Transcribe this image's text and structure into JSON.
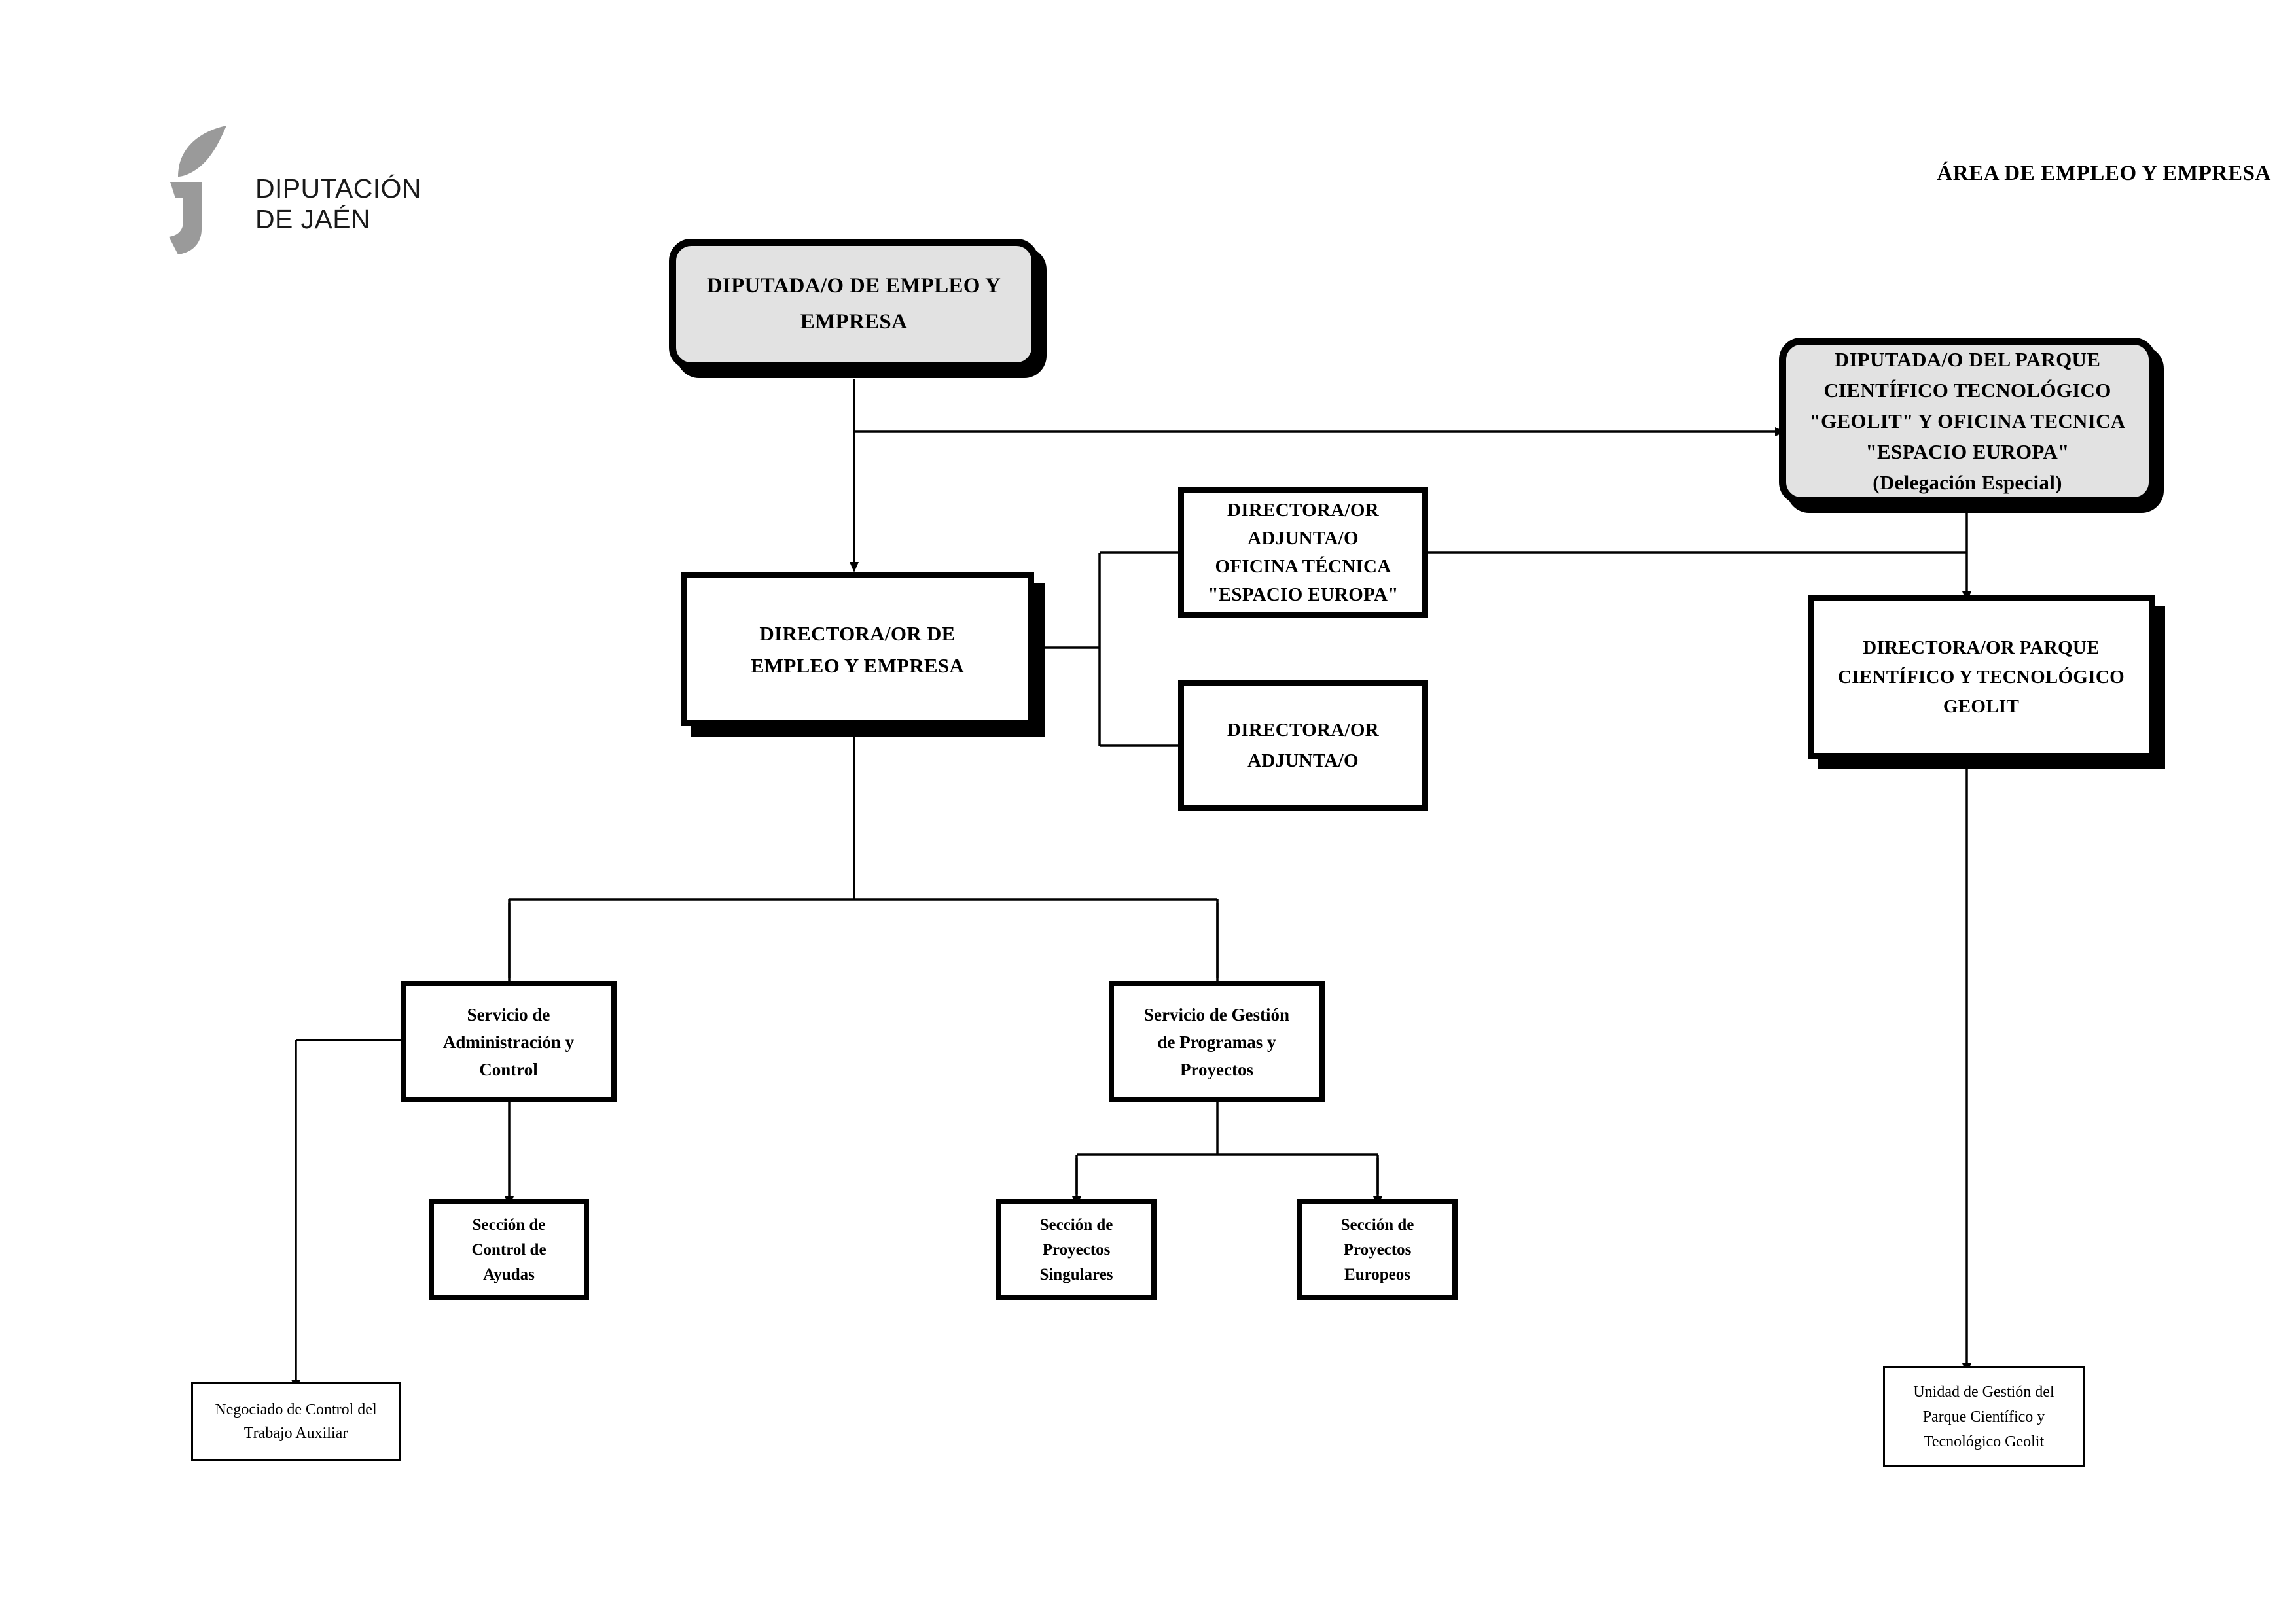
{
  "header": {
    "area_title": "ÁREA DE EMPLEO Y EMPRESA",
    "logo": {
      "icon": "diputacion-jaen-j-flame-logo",
      "line1": "DIPUTACIÓN",
      "line2": "DE JAÉN",
      "color": "#9a9a9a"
    }
  },
  "chart_data": {
    "type": "orgchart",
    "title": "ÁREA DE EMPLEO Y EMPRESA",
    "nodes": [
      {
        "id": "diputado_empleo",
        "style": "rounded-grey",
        "lines": [
          "DIPUTADA/O DE EMPLEO Y",
          "EMPRESA"
        ]
      },
      {
        "id": "diputado_geolit",
        "style": "rounded-grey",
        "lines": [
          "DIPUTADA/O DEL  PARQUE",
          "CIENTÍFICO TECNOLÓGICO",
          "\"GEOLIT\" Y OFICINA TECNICA",
          "\"ESPACIO EUROPA\"",
          "(Delegación Especial)"
        ]
      },
      {
        "id": "director_empleo",
        "style": "heavy-shadow",
        "lines": [
          "DIRECTORA/OR DE",
          "EMPLEO Y EMPRESA"
        ]
      },
      {
        "id": "adjunta_oficina",
        "style": "heavy",
        "lines": [
          "DIRECTORA/OR",
          "ADJUNTA/O",
          "OFICINA TÉCNICA",
          "\"ESPACIO EUROPA\""
        ]
      },
      {
        "id": "adjunta",
        "style": "heavy",
        "lines": [
          "DIRECTORA/OR",
          "ADJUNTA/O"
        ]
      },
      {
        "id": "director_geolit",
        "style": "heavy-shadow",
        "lines": [
          "DIRECTORA/OR PARQUE",
          "CIENTÍFICO Y TECNOLÓGICO",
          "GEOLIT"
        ]
      },
      {
        "id": "servicio_admin",
        "style": "medium",
        "lines": [
          "Servicio de",
          "Administración y",
          "Control"
        ]
      },
      {
        "id": "servicio_gestion",
        "style": "medium",
        "lines": [
          "Servicio de Gestión",
          "de Programas y",
          "Proyectos"
        ]
      },
      {
        "id": "seccion_ayudas",
        "style": "medium",
        "lines": [
          "Sección de",
          "Control de",
          "Ayudas"
        ]
      },
      {
        "id": "seccion_singulares",
        "style": "medium",
        "lines": [
          "Sección de",
          "Proyectos",
          "Singulares"
        ]
      },
      {
        "id": "seccion_europeos",
        "style": "medium",
        "lines": [
          "Sección de",
          "Proyectos",
          "Europeos"
        ]
      },
      {
        "id": "negociado_control",
        "style": "thin",
        "lines": [
          "Negociado de Control del",
          "Trabajo Auxiliar"
        ]
      },
      {
        "id": "unidad_geolit",
        "style": "thin",
        "lines": [
          "Unidad de Gestión del",
          "Parque Científico y",
          "Tecnológico Geolit"
        ]
      }
    ],
    "edges": [
      {
        "from": "diputado_empleo",
        "to": "director_empleo",
        "arrow": true
      },
      {
        "from": "diputado_empleo",
        "to": "diputado_geolit",
        "arrow": true
      },
      {
        "from": "director_empleo",
        "to": "adjunta_oficina",
        "arrow": false
      },
      {
        "from": "director_empleo",
        "to": "adjunta",
        "arrow": false
      },
      {
        "from": "adjunta_oficina",
        "to": "diputado_geolit",
        "arrow": false
      },
      {
        "from": "diputado_geolit",
        "to": "director_geolit",
        "arrow": true
      },
      {
        "from": "director_empleo",
        "to": "servicio_admin",
        "arrow": true
      },
      {
        "from": "director_empleo",
        "to": "servicio_gestion",
        "arrow": true
      },
      {
        "from": "servicio_admin",
        "to": "seccion_ayudas",
        "arrow": true
      },
      {
        "from": "servicio_admin",
        "to": "negociado_control",
        "arrow": true
      },
      {
        "from": "servicio_gestion",
        "to": "seccion_singulares",
        "arrow": true
      },
      {
        "from": "servicio_gestion",
        "to": "seccion_europeos",
        "arrow": true
      },
      {
        "from": "director_geolit",
        "to": "unidad_geolit",
        "arrow": true
      }
    ]
  },
  "nodes": {
    "diputado_empleo": {
      "l1": "DIPUTADA/O DE EMPLEO Y",
      "l2": "EMPRESA"
    },
    "diputado_geolit": {
      "l1": "DIPUTADA/O DEL  PARQUE",
      "l2": "CIENTÍFICO TECNOLÓGICO",
      "l3": "\"GEOLIT\" Y OFICINA TECNICA",
      "l4": "\"ESPACIO EUROPA\"",
      "l5": "(Delegación Especial)"
    },
    "director_empleo": {
      "l1": "DIRECTORA/OR DE",
      "l2": "EMPLEO Y EMPRESA"
    },
    "adjunta_oficina": {
      "l1": "DIRECTORA/OR",
      "l2": "ADJUNTA/O",
      "l3": "OFICINA TÉCNICA",
      "l4": "\"ESPACIO EUROPA\""
    },
    "adjunta": {
      "l1": "DIRECTORA/OR",
      "l2": "ADJUNTA/O"
    },
    "director_geolit": {
      "l1": "DIRECTORA/OR PARQUE",
      "l2": "CIENTÍFICO Y TECNOLÓGICO",
      "l3": "GEOLIT"
    },
    "servicio_admin": {
      "l1": "Servicio de",
      "l2": "Administración y",
      "l3": "Control"
    },
    "servicio_gestion": {
      "l1": "Servicio de Gestión",
      "l2": "de Programas y",
      "l3": "Proyectos"
    },
    "seccion_ayudas": {
      "l1": "Sección de",
      "l2": "Control de",
      "l3": "Ayudas"
    },
    "seccion_singulares": {
      "l1": "Sección de",
      "l2": "Proyectos",
      "l3": "Singulares"
    },
    "seccion_europeos": {
      "l1": "Sección de",
      "l2": "Proyectos",
      "l3": "Europeos"
    },
    "negociado_control": {
      "l1": "Negociado de Control del",
      "l2": "Trabajo Auxiliar"
    },
    "unidad_geolit": {
      "l1": "Unidad de Gestión del",
      "l2": "Parque Científico y",
      "l3": "Tecnológico Geolit"
    }
  }
}
